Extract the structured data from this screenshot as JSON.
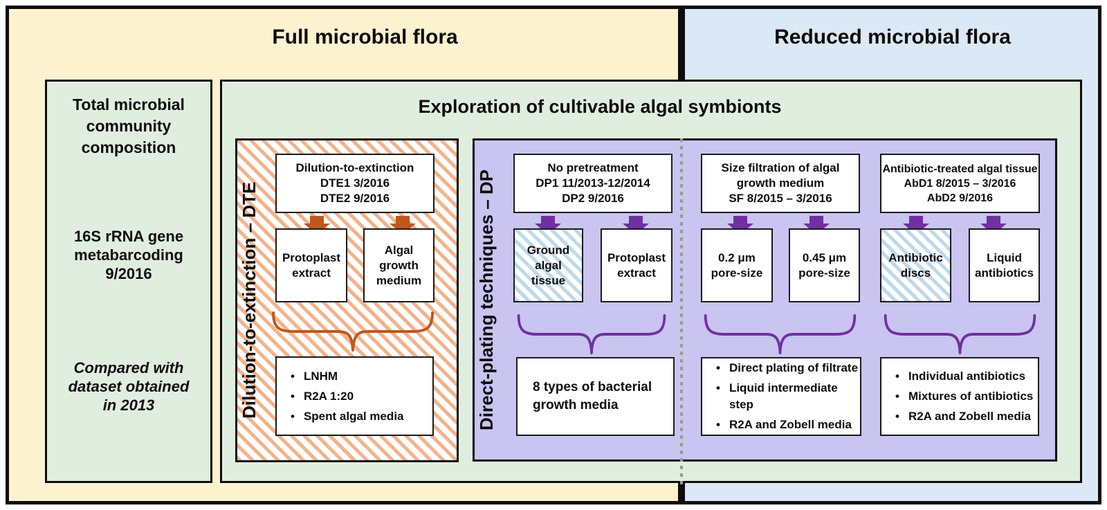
{
  "headers": {
    "full": "Full microbial flora",
    "reduced": "Reduced microbial flora"
  },
  "total_community": {
    "title": "Total microbial\ncommunity\ncomposition",
    "method": "16S rRNA gene\nmetabarcoding\n9/2016",
    "note": "Compared with\ndataset obtained\nin 2013"
  },
  "exploration": {
    "title": "Exploration of cultivable algal symbionts",
    "dte": {
      "side_label": "Dilution-to-extinction – DTE",
      "source": "Dilution-to-extinction\nDTE1 3/2016\nDTE2 9/2016",
      "fraction_left": "Protoplast\nextract",
      "fraction_right": "Algal\ngrowth\nmedium",
      "media": [
        "LNHM",
        "R2A 1:20",
        "Spent algal media"
      ]
    },
    "dp": {
      "side_label": "Direct-plating techniques – DP",
      "columns": [
        {
          "source": "No pretreatment\nDP1 11/2013-12/2014\nDP2 9/2016",
          "fraction_left": "Ground\nalgal\ntissue",
          "fraction_right": "Protoplast\nextract",
          "media_note": "8 types of bacterial\ngrowth media"
        },
        {
          "source": "Size filtration of algal\ngrowth medium\nSF 8/2015 – 3/2016",
          "fraction_left": "0.2 μm\npore-size",
          "fraction_right": "0.45 μm\npore-size",
          "media": [
            "Direct plating of filtrate",
            "Liquid intermediate step",
            "R2A and Zobell media"
          ]
        },
        {
          "source": "Antibiotic-treated algal tissue\nAbD1 8/2015 – 3/2016\nAbD2 9/2016",
          "fraction_left": "Antibiotic\ndiscs",
          "fraction_right": "Liquid\nantibiotics",
          "media": [
            "Individual antibiotics",
            "Mixtures of antibiotics",
            "R2A and Zobell media"
          ]
        }
      ]
    }
  },
  "colors": {
    "full_bg": "#fcf2cf",
    "reduced_bg": "#dbe8f5",
    "panel_green": "#e0eedf",
    "dp_purple": "#c9c4f0",
    "orange_accent": "#c0571c",
    "orange_hatch": "#f5b28a",
    "purple_accent": "#7030a0",
    "blue_hatch": "#bdd9eb",
    "divider_gray": "#9b9b93"
  }
}
